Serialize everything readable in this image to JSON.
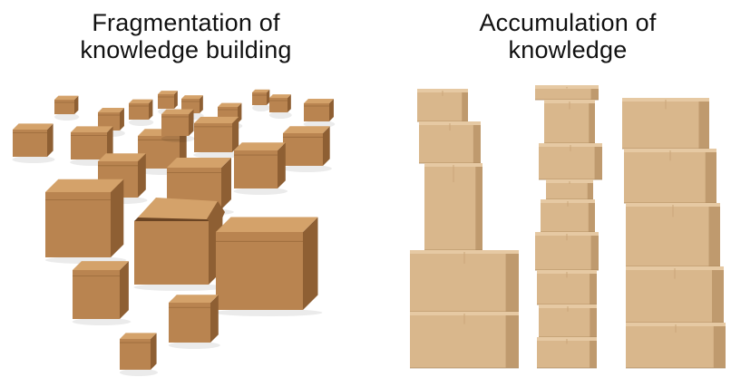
{
  "left": {
    "title_line1": "Fragmentation of",
    "title_line2": "knowledge building"
  },
  "right": {
    "title_line1": "Accumulation of",
    "title_line2": "knowledge"
  },
  "colors": {
    "background": "#ffffff",
    "box_front": "#b98450",
    "box_top": "#d4a26a",
    "box_side": "#8e5f33",
    "stack_front": "#d9b78c",
    "stack_side": "#bf9a6e",
    "stack_top": "#e6c9a3"
  },
  "icons": {
    "scattered": "cardboard-box-icon",
    "stacked": "stacked-box-icon"
  }
}
